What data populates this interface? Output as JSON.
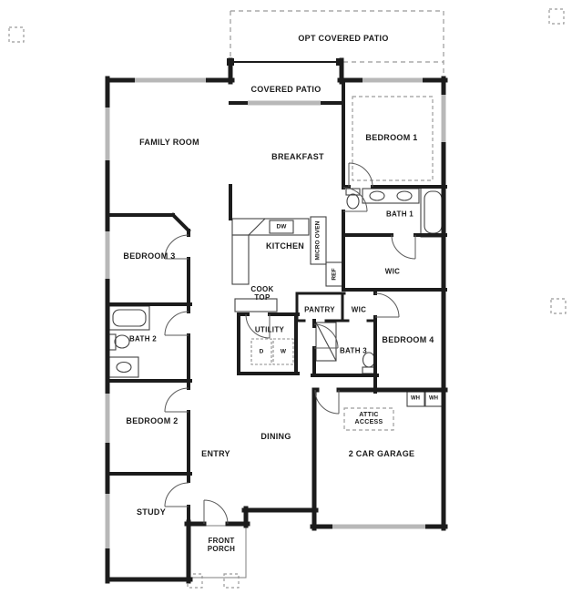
{
  "document": {
    "type": "residential floor plan",
    "background_color": "#ffffff",
    "wall_color": "#1c1c1c",
    "window_color": "#b8b8b8",
    "dashed_color": "#999999"
  },
  "labels": {
    "opt_covered_patio": "OPT COVERED PATIO",
    "covered_patio": "COVERED PATIO",
    "family_room": "FAMILY ROOM",
    "breakfast": "BREAKFAST",
    "bedroom_1": "BEDROOM 1",
    "bath_1": "BATH 1",
    "bedroom_3": "BEDROOM 3",
    "kitchen": "KITCHEN",
    "micro_oven": "MICRO OVEN",
    "dw": "DW",
    "ref": "REF",
    "wic_1": "WIC",
    "cook_top": "COOK TOP",
    "pantry": "PANTRY",
    "wic_2": "WIC",
    "bath_2": "BATH 2",
    "utility": "UTILITY",
    "dryer": "D",
    "washer": "W",
    "bath_3": "BATH 3",
    "bedroom_4": "BEDROOM 4",
    "bedroom_2": "BEDROOM 2",
    "water_heater_1": "WH",
    "water_heater_2": "WH",
    "attic_access": "ATTIC ACCESS",
    "entry": "ENTRY",
    "dining": "DINING",
    "garage": "2 CAR GARAGE",
    "study": "STUDY",
    "front_porch": "FRONT PORCH"
  }
}
